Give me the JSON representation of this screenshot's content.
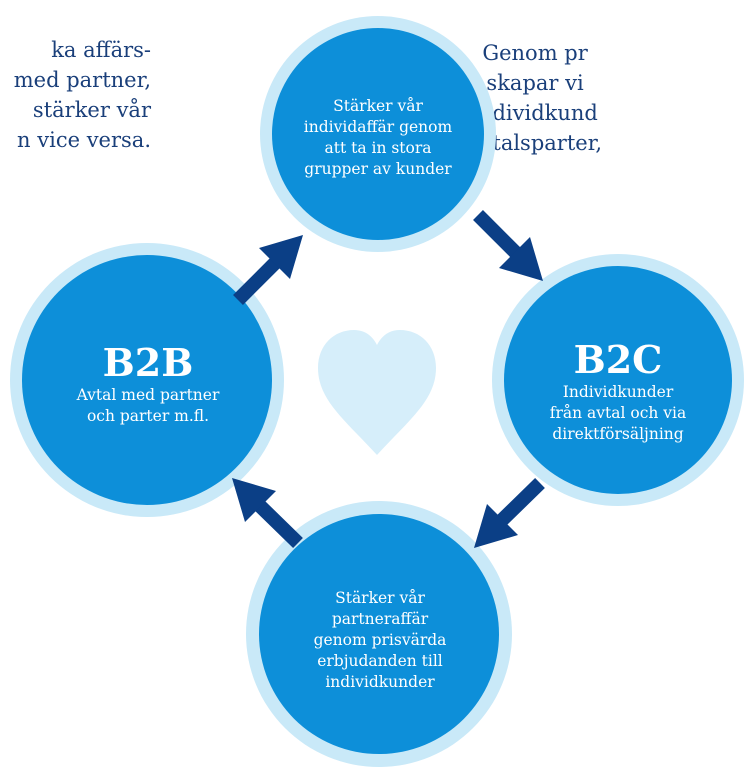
{
  "left_text": [
    "ka affärs-",
    "med partner,",
    "stärker vår",
    "n vice versa."
  ],
  "right_text": [
    "Genom pr",
    "skapar vi",
    "individkund",
    "avtalsparter,"
  ],
  "nodes": {
    "top": {
      "lines": [
        "Stärker vår",
        "individaffär genom",
        "att ta in stora",
        "grupper av kunder"
      ]
    },
    "left": {
      "title": "B2B",
      "lines": [
        "Avtal med partner",
        "och parter m.fl."
      ]
    },
    "right": {
      "title": "B2C",
      "lines": [
        "Individkunder",
        "från avtal och via",
        "direktförsäljning"
      ]
    },
    "bottom": {
      "lines": [
        "Stärker vår",
        "partneraffär",
        "genom prisvärda",
        "erbjudanden till",
        "individkunder"
      ]
    }
  },
  "center_icon": "heart-icon",
  "colors": {
    "circle_fill": "#0d8fd9",
    "circle_ring": "#c9e9f8",
    "arrow": "#0b3f86",
    "heart": "#d6eefa",
    "text_dark": "#1a3f7a"
  }
}
